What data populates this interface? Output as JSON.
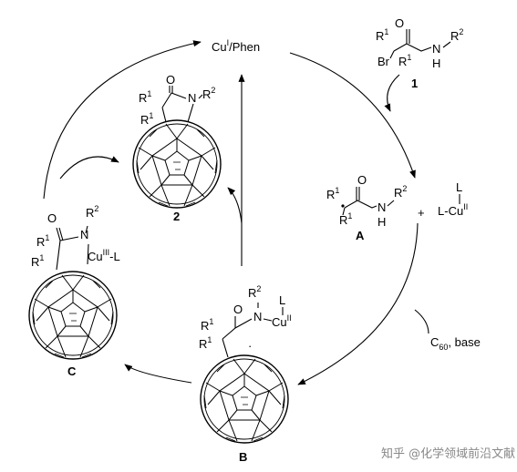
{
  "catalyst": {
    "main": "Cu",
    "sup": "I",
    "rest": "/Phen"
  },
  "reagent_1": {
    "Br": "Br",
    "R1a": "R",
    "R1a_sup": "1",
    "R1b": "R",
    "R1b_sup": "1",
    "O": "O",
    "N": "N",
    "H": "H",
    "R2": "R",
    "R2_sup": "2",
    "label": "1"
  },
  "intermediate_A": {
    "R1a": "R",
    "R1a_sup": "1",
    "R1b": "R",
    "R1b_sup": "1",
    "O": "O",
    "N": "N",
    "H": "H",
    "R2": "R",
    "R2_sup": "2",
    "label": "A",
    "plus": "+",
    "cu_L_top": "L",
    "cu_L_left": "L-",
    "cu": "Cu",
    "cu_sup": "II"
  },
  "conditions": {
    "C": "C",
    "sub": "60",
    "rest": ", base"
  },
  "intermediate_B": {
    "R2": "R",
    "R2_sup": "2",
    "L": "L",
    "R1a": "R",
    "R1a_sup": "1",
    "R1b": "R",
    "R1b_sup": "1",
    "O": "O",
    "N": "N",
    "Cu": "Cu",
    "Cu_sup": "II",
    "radical": "·",
    "label": "B"
  },
  "intermediate_C": {
    "O": "O",
    "N": "N",
    "R2": "R",
    "R2_sup": "2",
    "R1a": "R",
    "R1a_sup": "1",
    "R1b": "R",
    "R1b_sup": "1",
    "Cu": "Cu",
    "Cu_sup": "III",
    "L": "-L",
    "label": "C"
  },
  "product_2": {
    "O": "O",
    "N": "N",
    "R1a": "R",
    "R1a_sup": "1",
    "R1b": "R",
    "R1b_sup": "1",
    "R2": "R",
    "R2_sup": "2",
    "label": "2"
  },
  "watermark": "知乎 @化学领域前沿文献"
}
